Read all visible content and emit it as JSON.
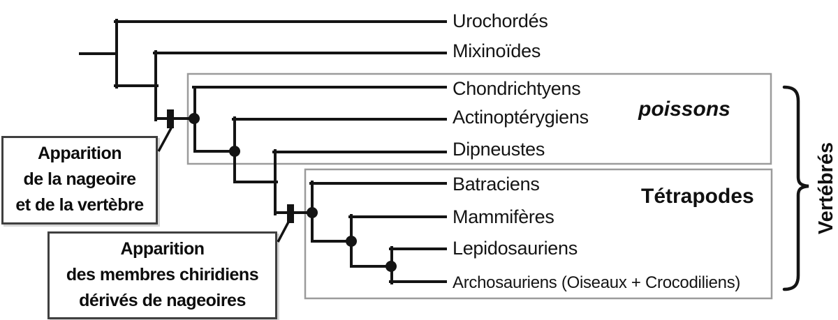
{
  "diagram": {
    "type": "cladogram",
    "taxa": [
      {
        "label": "Urochordés"
      },
      {
        "label": "Mixinoïdes"
      },
      {
        "label": "Chondrichtyens"
      },
      {
        "label": "Actinoptérygiens"
      },
      {
        "label": "Dipneustes"
      },
      {
        "label": "Batraciens"
      },
      {
        "label": "Mammifères"
      },
      {
        "label": "Lepidosauriens"
      },
      {
        "label": "Archosauriens (Oiseaux + Crocodiliens)"
      }
    ],
    "topology_newick": "(Urochordés,(Mixinoïdes,(Chondrichtyens,(Actinoptérygiens,(Dipneustes,(Batraciens,(Mammifères,(Lepidosauriens,Archosauriens))))))))",
    "groups": [
      {
        "label": "poissons",
        "members": [
          "Chondrichtyens",
          "Actinoptérygiens",
          "Dipneustes"
        ]
      },
      {
        "label": "Tétrapodes",
        "members": [
          "Batraciens",
          "Mammifères",
          "Lepidosauriens",
          "Archosauriens (Oiseaux + Crocodiliens)"
        ]
      },
      {
        "label": "Vertébrés",
        "members": [
          "Chondrichtyens",
          "Actinoptérygiens",
          "Dipneustes",
          "Batraciens",
          "Mammifères",
          "Lepidosauriens",
          "Archosauriens (Oiseaux + Crocodiliens)"
        ]
      }
    ],
    "annotations": [
      {
        "lines": [
          "Apparition",
          "de la nageoire",
          "et de la vertèbre"
        ],
        "connects_to": "branch-tick-1"
      },
      {
        "lines": [
          "Apparition",
          "des membres chiridiens",
          "dérivés de nageoires"
        ],
        "connects_to": "branch-tick-2"
      }
    ],
    "colors": {
      "line": "#141414",
      "group_box_border": "#9b9b9b",
      "annotation_border": "#3f3f3f",
      "text": "#141414",
      "background": "#ffffff"
    }
  }
}
